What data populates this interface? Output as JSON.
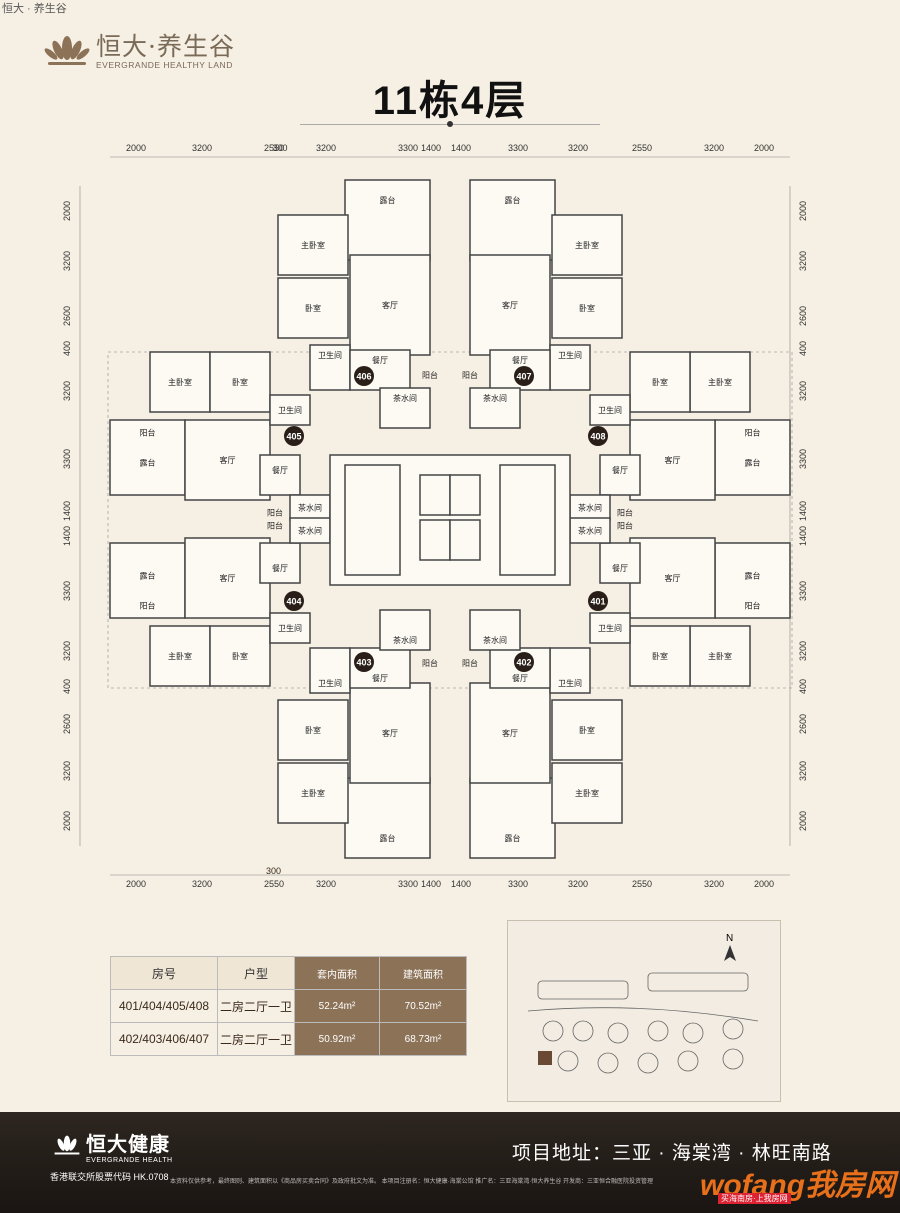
{
  "top_caption": "恒大 · 养生谷",
  "brand": {
    "cn": "恒大·养生谷",
    "en": "EVERGRANDE HEALTHY LAND"
  },
  "title": "11栋4层",
  "dims_top": [
    "2000",
    "3200",
    "2550",
    "300",
    "3200",
    "3300",
    "1400",
    "1400",
    "3300",
    "3200",
    "2550",
    "3200",
    "2000"
  ],
  "dims_bottom": [
    "2000",
    "3200",
    "2550",
    "3200",
    "3300",
    "1400",
    "1400",
    "3300",
    "3200",
    "2550",
    "3200",
    "2000"
  ],
  "dim_bottom_300": "300",
  "dims_left": [
    "2000",
    "3200",
    "2600",
    "400",
    "3200",
    "3300",
    "1400",
    "1400",
    "3300",
    "3200",
    "400",
    "2600",
    "3200",
    "2000"
  ],
  "units": [
    "401",
    "402",
    "403",
    "404",
    "405",
    "406",
    "407",
    "408"
  ],
  "rooms": {
    "master": "主卧室",
    "bed": "卧室",
    "living": "客厅",
    "dining": "餐厅",
    "balcony": "阳台",
    "terrace": "露台",
    "bath": "卫生间",
    "tea": "茶水间"
  },
  "legend": {
    "headers": [
      "房号",
      "户型",
      "套内面积",
      "建筑面积"
    ],
    "rows": [
      [
        "401/404/405/408",
        "二房二厅一卫",
        "52.24m²",
        "70.52m²"
      ],
      [
        "402/403/406/407",
        "二房二厅一卫",
        "50.92m²",
        "68.73m²"
      ]
    ]
  },
  "site": {
    "north": "N"
  },
  "footer": {
    "brand_cn": "恒大健康",
    "brand_en": "EVERGRANDE HEALTH",
    "code": "香港联交所股票代码 HK.0708",
    "address": "项目地址：三亚 · 海棠湾 · 林旺南路",
    "note": "本资料仅供参考，最终图则、建筑面积以《商品房买卖合同》及政府批文为准。   本项目注册名：恒大健康·海棠公馆   推广名：三亚海棠湾·恒大养生谷   开发商：三亚恒合融医院投资管理"
  },
  "watermark": {
    "main": "wofang我房网",
    "sub": "买海南房·上我房网"
  },
  "colors": {
    "bg": "#f6efe3",
    "brown": "#8c7257",
    "dark": "#2d2620"
  }
}
